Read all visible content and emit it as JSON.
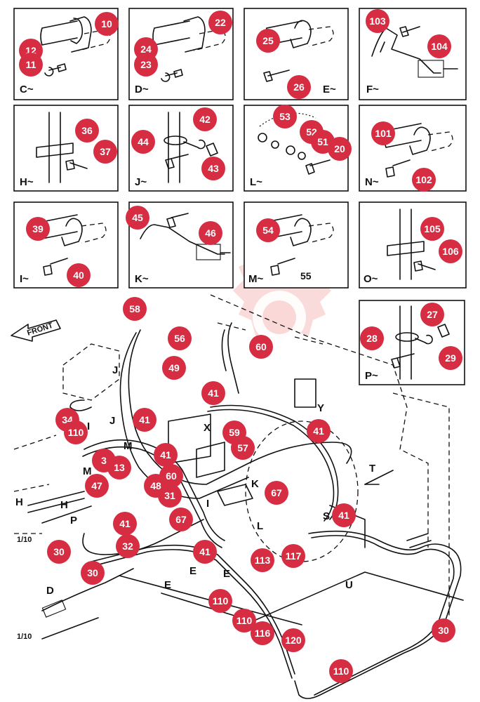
{
  "detail_views": [
    {
      "id": "C",
      "label": "C~",
      "parts": [
        "10",
        "12",
        "11"
      ]
    },
    {
      "id": "D",
      "label": "D~",
      "parts": [
        "22",
        "24",
        "23"
      ]
    },
    {
      "id": "E",
      "label": "E~",
      "parts": [
        "25",
        "26"
      ]
    },
    {
      "id": "F",
      "label": "F~",
      "parts": [
        "103",
        "104"
      ]
    },
    {
      "id": "H",
      "label": "H~",
      "parts": [
        "36",
        "37"
      ]
    },
    {
      "id": "J",
      "label": "J~",
      "parts": [
        "42",
        "44",
        "43"
      ]
    },
    {
      "id": "L",
      "label": "L~",
      "parts": [
        "53",
        "52",
        "51",
        "20"
      ]
    },
    {
      "id": "N",
      "label": "N~",
      "parts": [
        "101",
        "102"
      ]
    },
    {
      "id": "I",
      "label": "I~",
      "parts": [
        "39",
        "40"
      ]
    },
    {
      "id": "K",
      "label": "K~",
      "parts": [
        "45",
        "46"
      ]
    },
    {
      "id": "M",
      "label": "M~",
      "parts": [
        "54"
      ],
      "plain_number": "55"
    },
    {
      "id": "O",
      "label": "O~",
      "parts": [
        "105",
        "106"
      ]
    },
    {
      "id": "P",
      "label": "P~",
      "parts": [
        "27",
        "28",
        "29"
      ]
    }
  ],
  "main_view": {
    "front_label": "FRONT",
    "scale_label": "1/10",
    "callouts": [
      "58",
      "56",
      "60",
      "49",
      "41",
      "41",
      "34",
      "59",
      "41",
      "57",
      "41",
      "3",
      "60",
      "13",
      "47",
      "48",
      "31",
      "67",
      "67",
      "41",
      "41",
      "30",
      "32",
      "30",
      "41",
      "113",
      "117",
      "110",
      "110",
      "116",
      "120",
      "110",
      "30",
      "110"
    ],
    "letters": [
      "J",
      "J",
      "X",
      "Y",
      "I",
      "M",
      "M",
      "H",
      "H",
      "P",
      "K",
      "I",
      "L",
      "T",
      "S",
      "U",
      "E",
      "E",
      "E",
      "D"
    ]
  },
  "colors": {
    "callout": "#d72d43",
    "line": "#111111",
    "watermark": "#e85a5a"
  }
}
